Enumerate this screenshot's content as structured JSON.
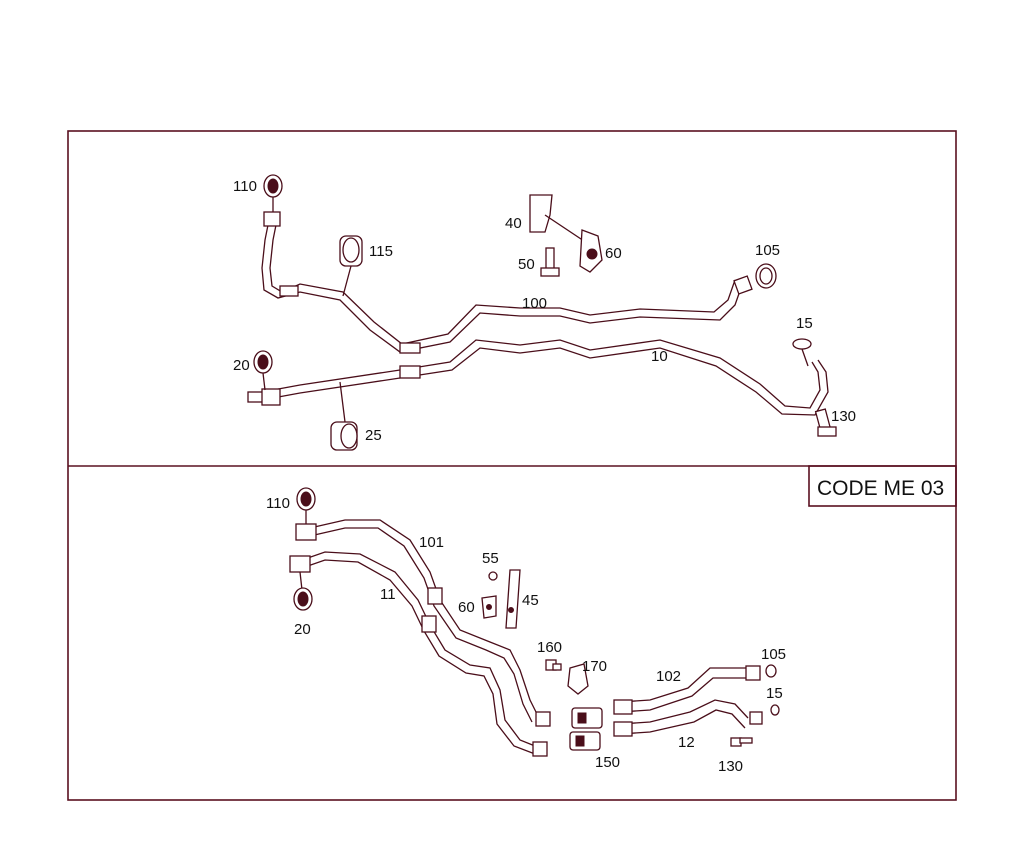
{
  "colors": {
    "line": "#4a0e1a",
    "frame": "#5a1020",
    "text": "#111111",
    "background": "#ffffff"
  },
  "code_box": {
    "text": "CODE ME 03"
  },
  "top_panel": {
    "labels": {
      "p110": "110",
      "p115": "115",
      "p40": "40",
      "p60": "60",
      "p50": "50",
      "p105": "105",
      "p100": "100",
      "p15": "15",
      "p10": "10",
      "p20": "20",
      "p130": "130",
      "p25": "25"
    }
  },
  "bottom_panel": {
    "labels": {
      "p110": "110",
      "p101": "101",
      "p55": "55",
      "p60": "60",
      "p45": "45",
      "p11": "11",
      "p20": "20",
      "p160": "160",
      "p170": "170",
      "p102": "102",
      "p105": "105",
      "p15": "15",
      "p12": "12",
      "p150": "150",
      "p130": "130"
    }
  }
}
